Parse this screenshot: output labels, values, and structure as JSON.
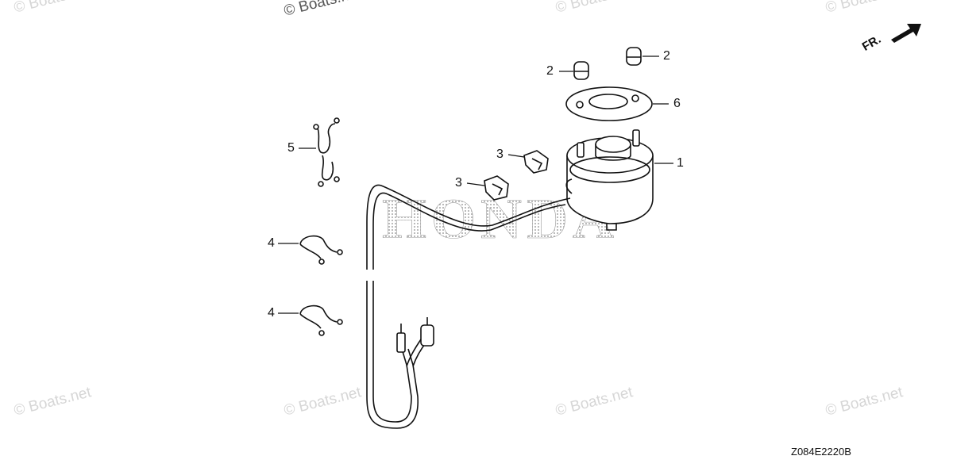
{
  "watermark": {
    "text": "© Boats.net",
    "color": "#d6d6d6"
  },
  "brand_watermark": {
    "text": "HONDA"
  },
  "direction_indicator": {
    "label": "FR."
  },
  "callouts": [
    {
      "id": "1",
      "label": "1"
    },
    {
      "id": "2a",
      "label": "2"
    },
    {
      "id": "2b",
      "label": "2"
    },
    {
      "id": "3a",
      "label": "3"
    },
    {
      "id": "3b",
      "label": "3"
    },
    {
      "id": "4a",
      "label": "4"
    },
    {
      "id": "4b",
      "label": "4"
    },
    {
      "id": "5",
      "label": "5"
    },
    {
      "id": "6",
      "label": "6"
    }
  ],
  "drawing_code": "Z084E2220B",
  "colors": {
    "line": "#111111",
    "dots": "#8a8a8a"
  }
}
